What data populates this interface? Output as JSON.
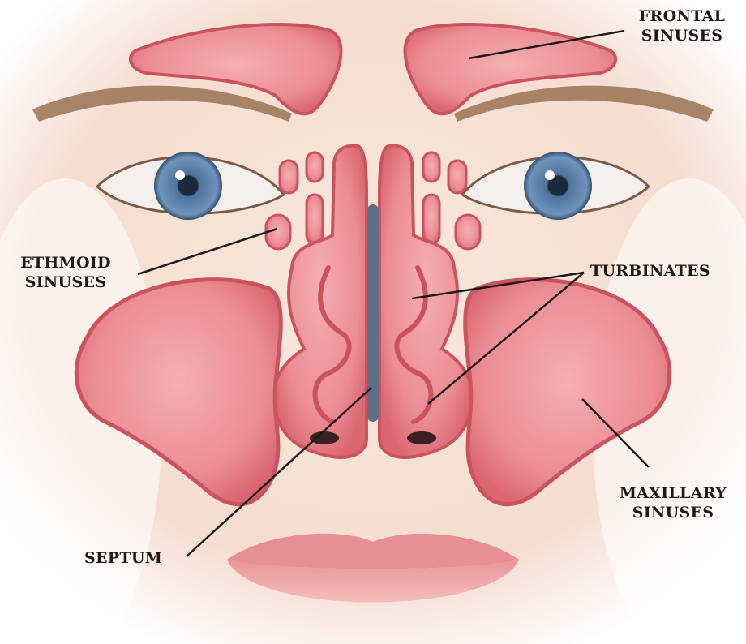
{
  "labels": {
    "frontal": [
      "FRONTAL",
      "SINUSES"
    ],
    "ethmoid": [
      "ETHMOID",
      "SINUSES"
    ],
    "turbinates": "TURBINATES",
    "maxillary": [
      "MAXILLARY",
      "SINUSES"
    ],
    "septum": "SEPTUM"
  },
  "colors": {
    "background": "#ffffff",
    "skin": "#f7e6da",
    "sinus_fill": "#ec8d94",
    "sinus_edge": "#c9545f",
    "sinus_highlight": "#f6b9bd",
    "septum": "#5f6f86",
    "label_text": "#1f1a17",
    "leader_line": "#1f1a17",
    "iris": "#5a7fa8",
    "lips": "#eea7a8",
    "brow": "#8b6447"
  }
}
